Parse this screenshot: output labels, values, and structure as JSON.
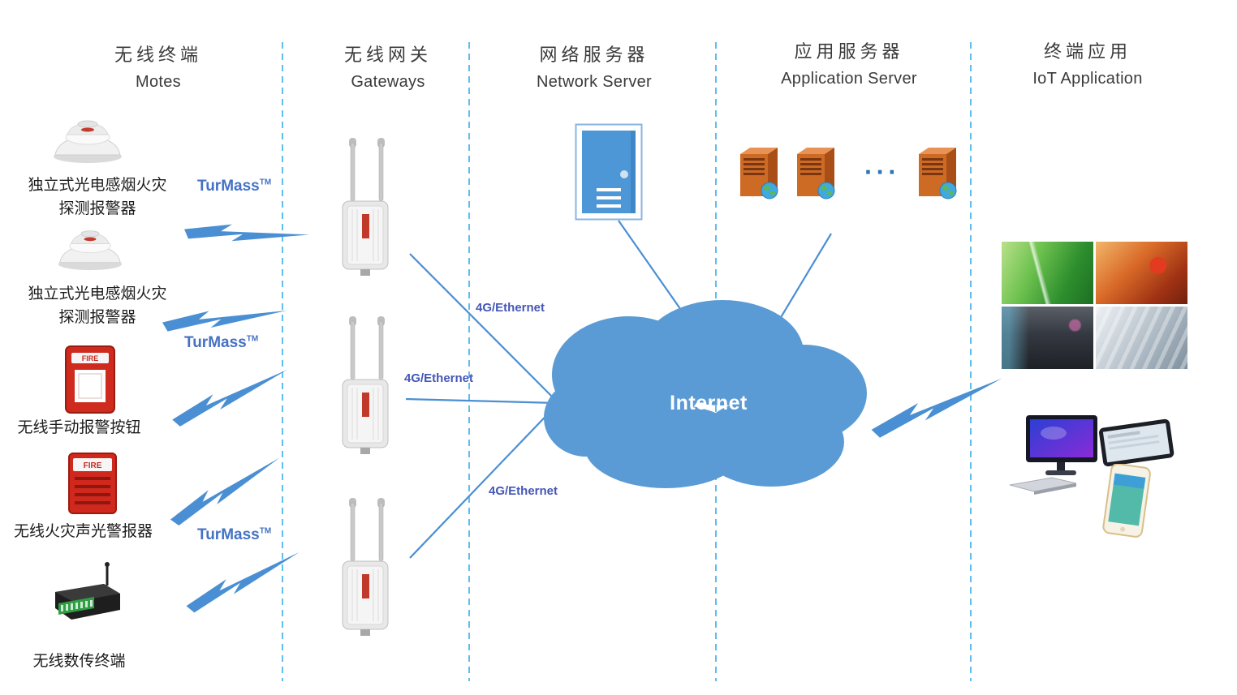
{
  "columns": [
    {
      "zh": "无线终端",
      "en": "Motes"
    },
    {
      "zh": "无线网关",
      "en": "Gateways"
    },
    {
      "zh": "网络服务器",
      "en": "Network Server"
    },
    {
      "zh": "应用服务器",
      "en": "Application Server"
    },
    {
      "zh": "终端应用",
      "en": "IoT Application"
    }
  ],
  "motes": [
    {
      "label": "独立式光电感烟火灾\n探测报警器"
    },
    {
      "label": "独立式光电感烟火灾\n探测报警器"
    },
    {
      "label": "无线手动报警按钮"
    },
    {
      "label": "无线火灾声光警报器"
    },
    {
      "label": "无线数传终端"
    }
  ],
  "radio_links": [
    {
      "name": "TurMass",
      "tm": "TM"
    },
    {
      "name": "TurMass",
      "tm": "TM"
    },
    {
      "name": "TurMass",
      "tm": "TM"
    }
  ],
  "backhaul_links": [
    {
      "label": "4G/Ethernet"
    },
    {
      "label": "4G/Ethernet"
    },
    {
      "label": "4G/Ethernet"
    }
  ],
  "cloud": {
    "label": "Internet"
  },
  "app_servers": {
    "ellipsis": "···"
  },
  "badges": {
    "fire": "FIRE"
  },
  "colors": {
    "cloud_blue": "#5b9bd5",
    "bolt_blue": "#4a8fd3",
    "separator_blue": "#45b3e8",
    "link_text_blue": "#4456b8",
    "turmass_blue": "#4472c4",
    "server_orange": "#cd6a24",
    "alarm_red": "#ce2a1d"
  }
}
